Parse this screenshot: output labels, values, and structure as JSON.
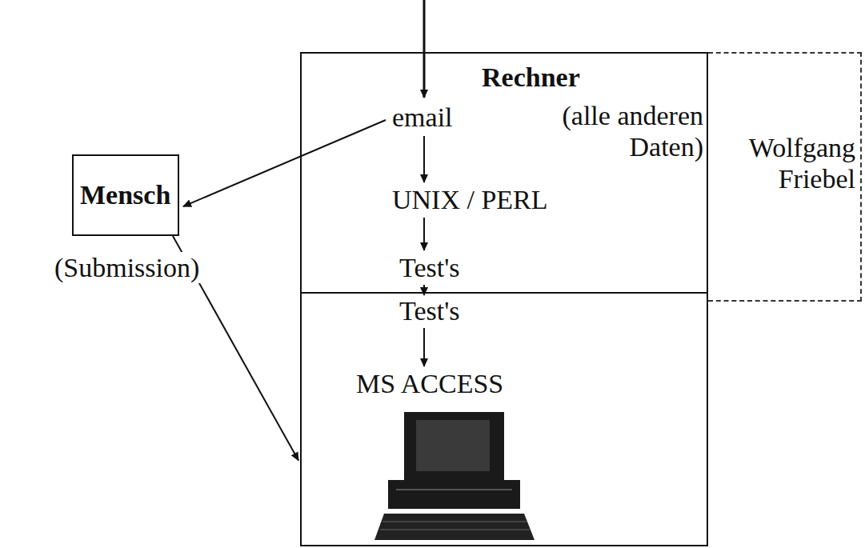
{
  "diagram": {
    "nodes": [
      {
        "text": [
          "Rechner",
          "email",
          "(alle anderen Daten)",
          "UNIX / PERL",
          "Test's"
        ]
      },
      {
        "text": [
          "Test's",
          "MS ACCESS"
        ]
      },
      {
        "text": [
          "Wolfgang Friebel"
        ]
      },
      {
        "text": [
          "Mensch"
        ]
      }
    ],
    "edges": [
      {
        "from": 3,
        "to": 1,
        "label": "(Submission)",
        "arrow": "to"
      }
    ]
  }
}
